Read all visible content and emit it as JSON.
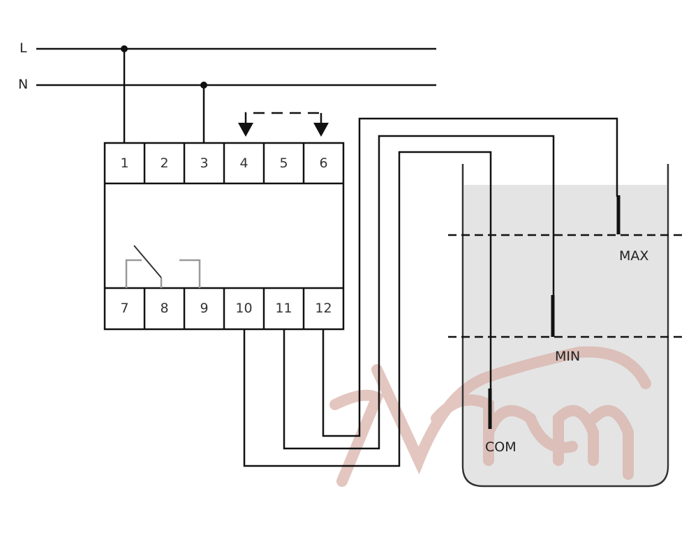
{
  "lines": {
    "L": "L",
    "N": "N"
  },
  "terminals_top": [
    "1",
    "2",
    "3",
    "4",
    "5",
    "6"
  ],
  "terminals_bottom": [
    "7",
    "8",
    "9",
    "10",
    "11",
    "12"
  ],
  "levels": {
    "max": "MAX",
    "min": "MIN",
    "com": "COM"
  },
  "watermark": "Anemn",
  "colors": {
    "line": "#111111",
    "liquid": "#e4e4e4",
    "watermark": "#d9b3aa",
    "contact": "#999999"
  }
}
